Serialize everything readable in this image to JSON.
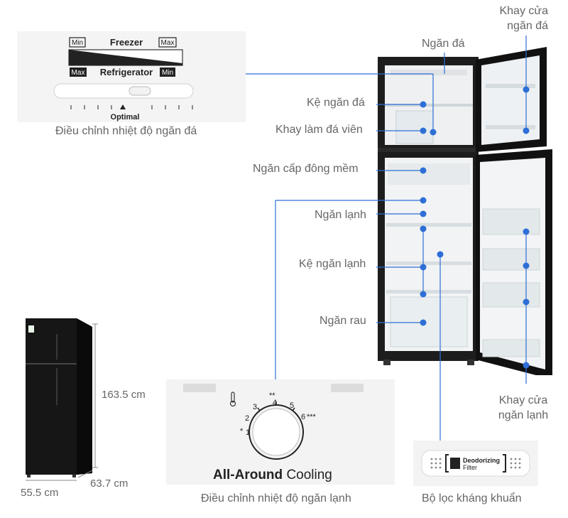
{
  "freezer_panel": {
    "min_top": "Min",
    "freezer": "Freezer",
    "max_top": "Max",
    "max_bottom": "Max",
    "refrigerator": "Refrigerator",
    "min_bottom": "Min",
    "optimal": "Optimal",
    "caption": "Điều chỉnh nhiệt độ ngăn đá"
  },
  "labels": {
    "khay_cua_ngan_da": "Khay cửa ngăn đá",
    "ngan_da": "Ngăn đá",
    "ke_ngan_da": "Kệ ngăn đá",
    "khay_lam_da": "Khay làm đá viên",
    "ngan_cap_dong_mem": "Ngăn cấp đông mềm",
    "ngan_lanh": "Ngăn lạnh",
    "ke_ngan_lanh": "Kệ ngăn lạnh",
    "ngan_rau": "Ngăn rau",
    "khay_cua_ngan_lanh": "Khay cửa ngăn lạnh"
  },
  "dimensions": {
    "height": "163.5 cm",
    "depth": "63.7 cm",
    "width": "55.5 cm"
  },
  "cooling_panel": {
    "n1": "1",
    "n2": "2",
    "n3": "3",
    "n4": "4",
    "n5": "5",
    "n6": "6",
    "stars_low": "*",
    "stars_mid": "**",
    "stars_high": "***",
    "title_bold": "All-Around",
    "title_rest": "Cooling",
    "caption": "Điều chỉnh nhiệt độ ngăn lạnh"
  },
  "filter_panel": {
    "line1": "Deodorizing",
    "line2": "Filter",
    "caption": "Bộ lọc kháng khuẩn"
  },
  "colors": {
    "accent": "#2d6fd6",
    "fridge_body": "#1b1b1b"
  }
}
